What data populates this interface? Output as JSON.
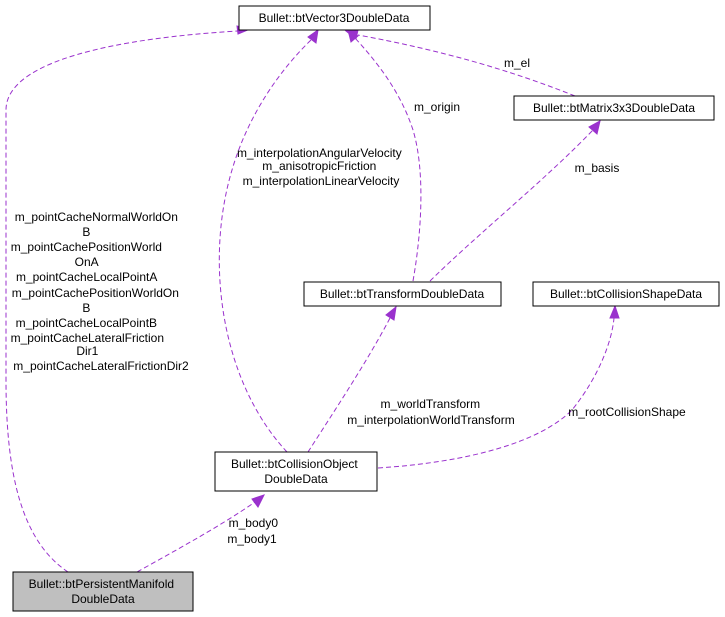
{
  "nodes": {
    "vector3": "Bullet::btVector3DoubleData",
    "matrix3x3": "Bullet::btMatrix3x3DoubleData",
    "transform": "Bullet::btTransformDoubleData",
    "collision_shape": "Bullet::btCollisionShapeData",
    "collision_object": [
      "Bullet::btCollisionObject",
      "DoubleData"
    ],
    "persistent_manifold": [
      "Bullet::btPersistentManifold",
      "DoubleData"
    ]
  },
  "edges": {
    "m_el": [
      "m_el"
    ],
    "m_origin": [
      "m_origin"
    ],
    "m_basis": [
      "m_basis"
    ],
    "m_root_collision_shape": [
      "m_rootCollisionShape"
    ],
    "m_world_transform": [
      "m_worldTransform",
      "m_interpolationWorldTransform"
    ],
    "m_body": [
      "m_body0",
      "m_body1"
    ],
    "velocities": [
      "m_interpolationAngularVelocity",
      "m_anisotropicFriction",
      "m_interpolationLinearVelocity"
    ],
    "point_cache": [
      "m_pointCacheNormalWorldOn",
      "B",
      "m_pointCachePositionWorld",
      "OnA",
      "m_pointCacheLocalPointA",
      "m_pointCachePositionWorldOn",
      "B",
      "m_pointCacheLocalPointB",
      "m_pointCacheLateralFriction",
      "Dir1",
      "m_pointCacheLateralFrictionDir2"
    ]
  }
}
